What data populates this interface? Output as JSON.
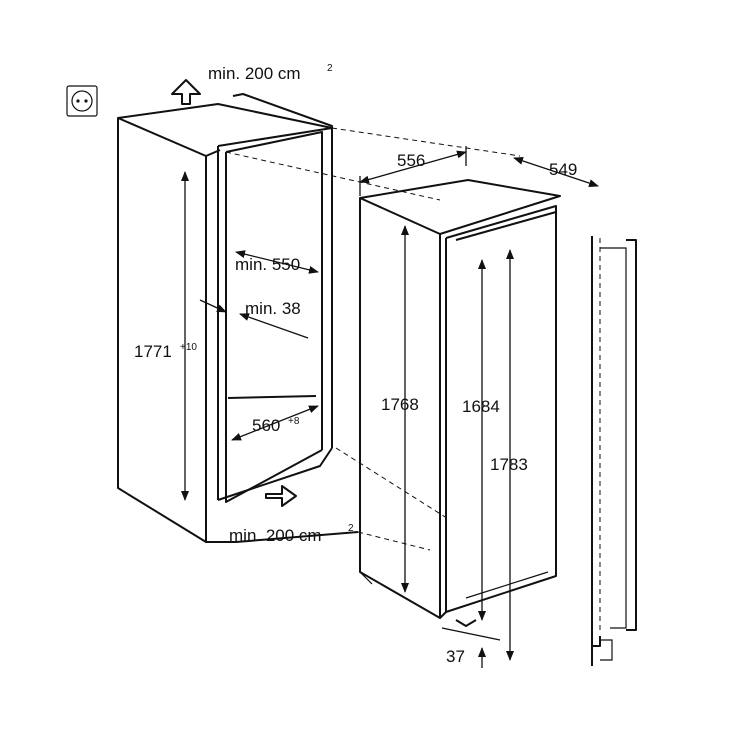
{
  "labels": {
    "vent_top": "min. 200 cm",
    "vent_top_sup": "2",
    "vent_bottom": "min. 200 cm",
    "vent_bottom_sup": "2",
    "niche_height": "1771",
    "niche_height_tol": "+10",
    "min_depth": "min. 550",
    "min_gap": "min. 38",
    "niche_width": "560",
    "niche_width_tol": "+8",
    "appliance_width": "556",
    "appliance_depth": "549",
    "appliance_height": "1768",
    "door_height": "1684",
    "total_height": "1783",
    "plinth_offset": "37"
  },
  "icons": {
    "socket": "power-socket-icon",
    "airflow_up": "arrow-up-icon",
    "airflow_in": "arrow-right-icon"
  }
}
